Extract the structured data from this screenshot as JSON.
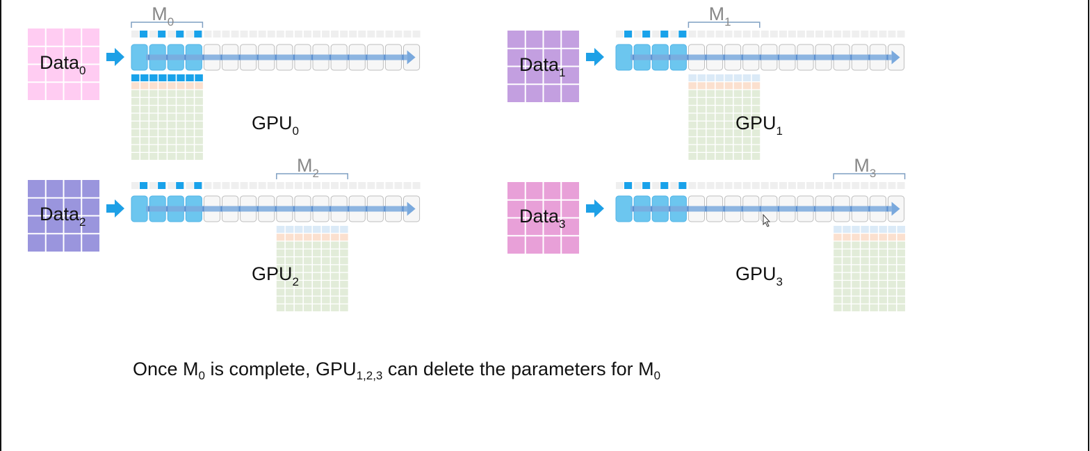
{
  "panels": [
    {
      "id": "gpu0",
      "data_label": "Data",
      "data_sub": "0",
      "data_color": "#ffccf2",
      "model_label": "M",
      "model_sub": "0",
      "model_group": "dark",
      "gpu_label": "GPU",
      "gpu_sub": "0",
      "shard_start_segment": 0
    },
    {
      "id": "gpu1",
      "data_label": "Data",
      "data_sub": "1",
      "data_color": "#c39fe0",
      "model_label": "M",
      "model_sub": "1",
      "model_group": "light",
      "gpu_label": "GPU",
      "gpu_sub": "1",
      "shard_start_segment": 4
    },
    {
      "id": "gpu2",
      "data_label": "Data",
      "data_sub": "2",
      "data_color": "#9a95dd",
      "model_label": "M",
      "model_sub": "2",
      "model_group": "light",
      "gpu_label": "GPU",
      "gpu_sub": "2",
      "shard_start_segment": 8
    },
    {
      "id": "gpu3",
      "data_label": "Data",
      "data_sub": "3",
      "data_color": "#e8a0d8",
      "model_label": "M",
      "model_sub": "3",
      "model_group": "light",
      "gpu_label": "GPU",
      "gpu_sub": "3",
      "shard_start_segment": 12
    }
  ],
  "caption": {
    "p1": "Once M",
    "s1": "0",
    "p2": " is complete, GPU",
    "s2": "1,2,3",
    "p3": " can delete the parameters for M",
    "s3": "0"
  },
  "colors": {
    "active_layer": "#6cc6ef",
    "inactive_layer": "#f7f7f7",
    "flow_arrow": "#1ea0e6",
    "forward_arrow": "#7aa9dd",
    "param_dark": "#19a2ea",
    "param_light_top": "#dbeaf7",
    "param_peach": "#fbe0cf",
    "param_green": "#e2ecd9",
    "bracket": "#7f9fc2"
  }
}
